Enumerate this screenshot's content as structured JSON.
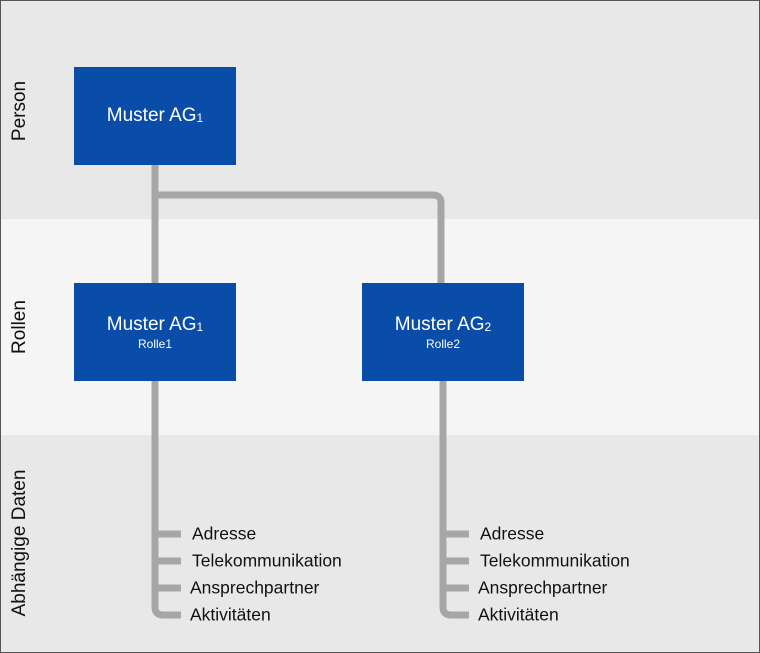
{
  "bands": {
    "person": "Person",
    "rollen": "Rollen",
    "daten": "Abhängige Daten"
  },
  "nodes": {
    "person": {
      "title": "Muster AG",
      "index": "1"
    },
    "role1": {
      "title": "Muster AG",
      "index": "1",
      "role": "Rolle1"
    },
    "role2": {
      "title": "Muster AG",
      "index": "2",
      "role": "Rolle2"
    }
  },
  "dependents": {
    "role1": [
      "Adresse",
      "Telekommunikation",
      "Ansprechpartner",
      "Aktivitäten"
    ],
    "role2": [
      "Adresse",
      "Telekommunikation",
      "Ansprechpartner",
      "Aktivitäten"
    ]
  },
  "colors": {
    "node": "#0a4da8",
    "connector": "#a6a6a6",
    "band_dark": "#e8e8e8",
    "band_light": "#f5f5f5"
  }
}
